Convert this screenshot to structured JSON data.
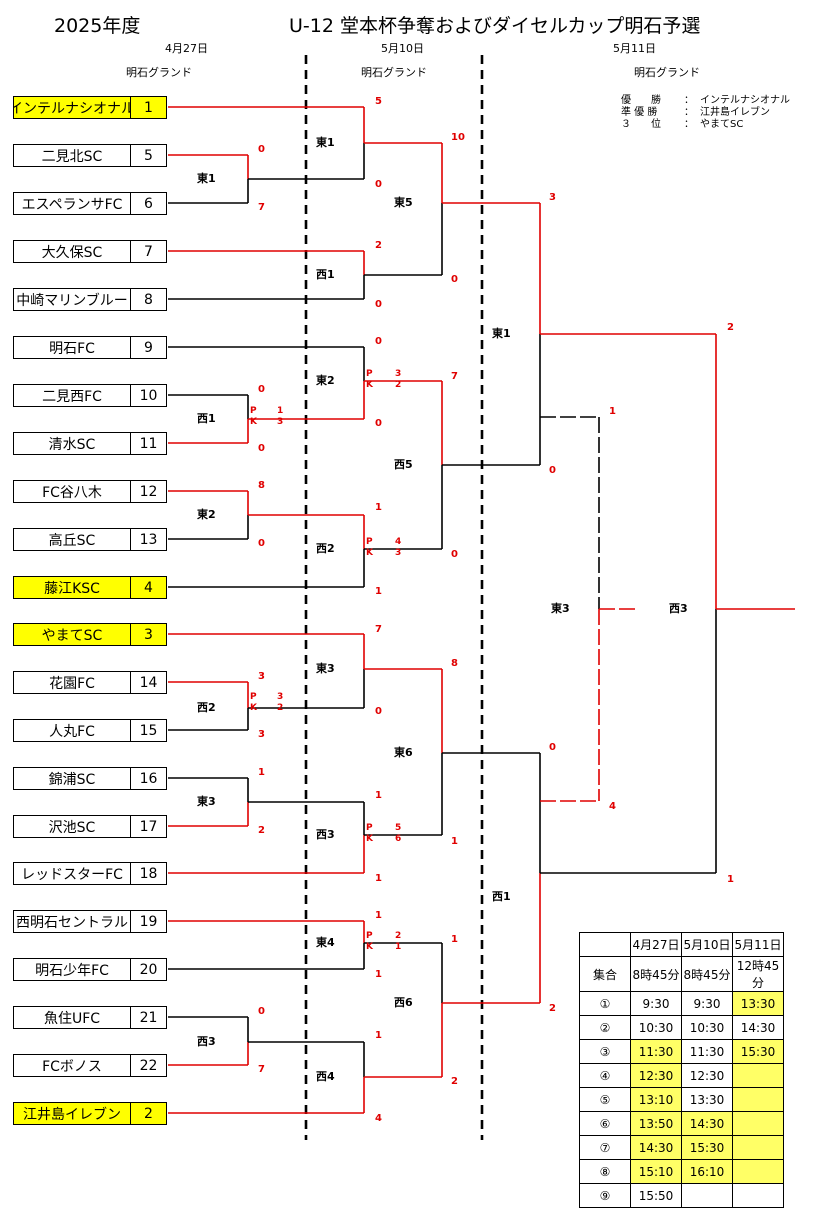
{
  "header": {
    "year": "2025年度",
    "title": "U-12 堂本杯争奪およびダイセルカップ明石予選",
    "dates": [
      "4月27日",
      "5月10日",
      "5月11日"
    ],
    "venues": [
      "明石グランド",
      "明石グランド",
      "明石グランド"
    ]
  },
  "results": [
    {
      "label": "優　　勝",
      "sep": "：",
      "team": "インテルナシオナル"
    },
    {
      "label": "準 優 勝",
      "sep": "：",
      "team": "江井島イレブン"
    },
    {
      "label": "３　　位",
      "sep": "：",
      "team": "やまてSC"
    }
  ],
  "teams": [
    {
      "name": "インテルナシオナル",
      "number": "1",
      "seed": true
    },
    {
      "name": "二見北SC",
      "number": "5",
      "seed": false
    },
    {
      "name": "エスペランサFC",
      "number": "6",
      "seed": false
    },
    {
      "name": "大久保SC",
      "number": "7",
      "seed": false
    },
    {
      "name": "中崎マリンブルー",
      "number": "8",
      "seed": false
    },
    {
      "name": "明石FC",
      "number": "9",
      "seed": false
    },
    {
      "name": "二見西FC",
      "number": "10",
      "seed": false
    },
    {
      "name": "清水SC",
      "number": "11",
      "seed": false
    },
    {
      "name": "FC谷八木",
      "number": "12",
      "seed": false
    },
    {
      "name": "高丘SC",
      "number": "13",
      "seed": false
    },
    {
      "name": "藤江KSC",
      "number": "4",
      "seed": true
    },
    {
      "name": "やまてSC",
      "number": "3",
      "seed": true
    },
    {
      "name": "花園FC",
      "number": "14",
      "seed": false
    },
    {
      "name": "人丸FC",
      "number": "15",
      "seed": false
    },
    {
      "name": "錦浦SC",
      "number": "16",
      "seed": false
    },
    {
      "name": "沢池SC",
      "number": "17",
      "seed": false
    },
    {
      "name": "レッドスターFC",
      "number": "18",
      "seed": false
    },
    {
      "name": "西明石セントラル",
      "number": "19",
      "seed": false
    },
    {
      "name": "明石少年FC",
      "number": "20",
      "seed": false
    },
    {
      "name": "魚住UFC",
      "number": "21",
      "seed": false
    },
    {
      "name": "FCボノス",
      "number": "22",
      "seed": false
    },
    {
      "name": "江井島イレブン",
      "number": "2",
      "seed": true
    }
  ],
  "match_labels": {
    "r1": [
      "東1",
      "西1",
      "東2",
      "西2",
      "東3",
      "西3"
    ],
    "r2": [
      "東1",
      "西1",
      "東2",
      "西2",
      "東3",
      "西3",
      "東4",
      "西4"
    ],
    "r3": [
      "東5",
      "西5",
      "東6",
      "西6"
    ],
    "r4": [
      "東1",
      "西1"
    ],
    "r4b": [
      "東3",
      "西3"
    ]
  },
  "scores": {
    "r1": [
      {
        "top": "0",
        "bottom": "7"
      },
      {
        "top": "0",
        "bottom": "0",
        "pk_top": "1",
        "pk_bottom": "3"
      },
      {
        "top": "8",
        "bottom": "0"
      },
      {
        "top": "3",
        "bottom": "3",
        "pk_top": "3",
        "pk_bottom": "2"
      },
      {
        "top": "1",
        "bottom": "2"
      },
      {
        "top": "0",
        "bottom": "7"
      }
    ],
    "r2": [
      {
        "top": "5",
        "bottom": "0"
      },
      {
        "top": "2",
        "bottom": "0"
      },
      {
        "top": "0",
        "bottom": "0"
      },
      {
        "top": "1",
        "bottom": "1"
      },
      {
        "top": "7",
        "bottom": "0"
      },
      {
        "top": "1",
        "bottom": "1"
      },
      {
        "top": "1",
        "bottom": "1"
      },
      {
        "top": "1",
        "bottom": "4"
      }
    ],
    "r2_pk": [
      {
        "pk_top": "3",
        "pk_bottom": "2"
      },
      {
        "pk_top": "4",
        "pk_bottom": "3"
      },
      {
        "pk_top": "5",
        "pk_bottom": "6"
      },
      {
        "pk_top": "2",
        "pk_bottom": "1"
      }
    ],
    "r3": [
      {
        "top": "10",
        "bottom": "0"
      },
      {
        "top": "7",
        "bottom": "0"
      },
      {
        "top": "8",
        "bottom": "1"
      },
      {
        "top": "1",
        "bottom": "2"
      }
    ],
    "r4": [
      {
        "top": "3",
        "bottom": "0"
      },
      {
        "top": "0",
        "bottom": "2"
      }
    ],
    "r4b": [
      {
        "top": "1",
        "bottom": "4"
      }
    ],
    "final": {
      "top": "2",
      "bottom": "1"
    }
  },
  "schedule": {
    "header": [
      "",
      "4月27日",
      "5月10日",
      "5月11日"
    ],
    "rows": [
      [
        "集合",
        "8時45分",
        "8時45分",
        "12時45分"
      ],
      [
        "①",
        "9:30",
        "9:30",
        "13:30"
      ],
      [
        "②",
        "10:30",
        "10:30",
        "14:30"
      ],
      [
        "③",
        "11:30",
        "11:30",
        "15:30"
      ],
      [
        "④",
        "12:30",
        "12:30",
        ""
      ],
      [
        "⑤",
        "13:10",
        "13:30",
        ""
      ],
      [
        "⑥",
        "13:50",
        "14:30",
        ""
      ],
      [
        "⑦",
        "14:30",
        "15:30",
        ""
      ],
      [
        "⑧",
        "15:10",
        "16:10",
        ""
      ],
      [
        "⑨",
        "15:50",
        "",
        ""
      ]
    ],
    "highlight_color": "#ffff66"
  },
  "colors": {
    "seed": "#ffff00",
    "winner_line": "#e00000",
    "line": "#000000"
  }
}
